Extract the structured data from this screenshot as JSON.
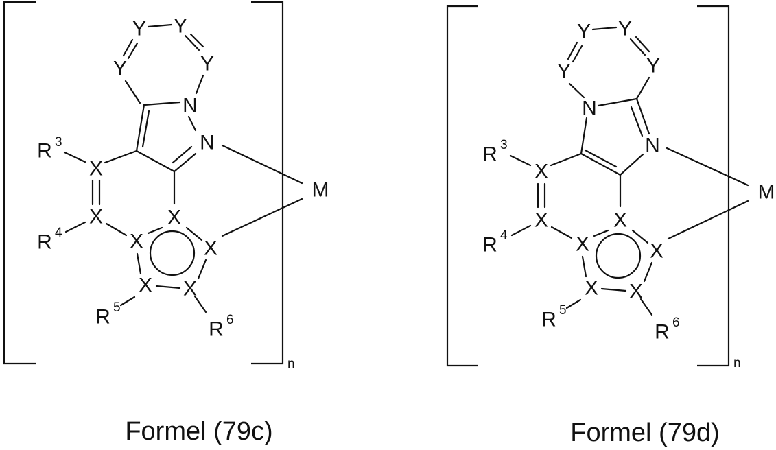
{
  "atoms": {
    "Y": "Y",
    "X": "X",
    "N": "N",
    "M": "M",
    "R": "R"
  },
  "substituents": [
    "3",
    "4",
    "5",
    "6"
  ],
  "subscript_n": "n",
  "structures": [
    {
      "caption": "Formel (79c)"
    },
    {
      "caption": "Formel (79d)"
    }
  ]
}
